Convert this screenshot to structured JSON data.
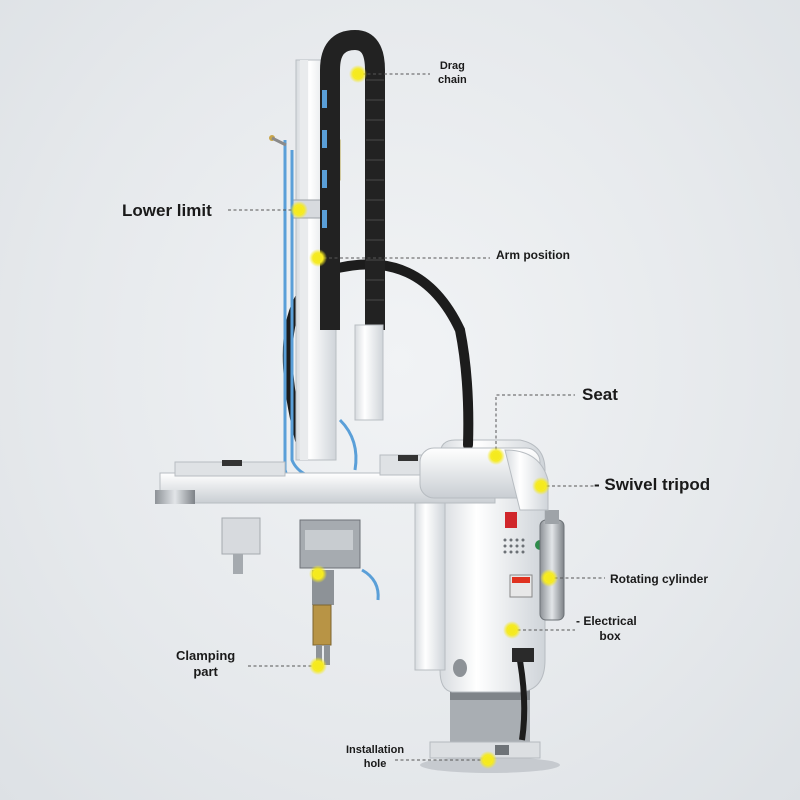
{
  "labels": {
    "drag_chain": "Drag\nchain",
    "lower_limit": "Lower limit",
    "arm_position": "Arm position",
    "seat": "Seat",
    "swivel_tripod": "Swivel tripod",
    "rotating_cylinder": "Rotating cylinder",
    "electrical_box": "Electrical\nbox",
    "clamping_part": "Clamping\npart",
    "installation_hole": "Installation\nhole"
  },
  "decorations": {
    "electrical_box_dash": "- ",
    "swivel_dash": "- "
  },
  "colors": {
    "marker": "#f5ea1e",
    "leader": "#555555",
    "machine_white": "#f4f5f6",
    "machine_shadow": "#c9ced3",
    "cable_black": "#1c1c1c",
    "tube_blue": "#5a9fd8",
    "chain_black": "#222222"
  }
}
